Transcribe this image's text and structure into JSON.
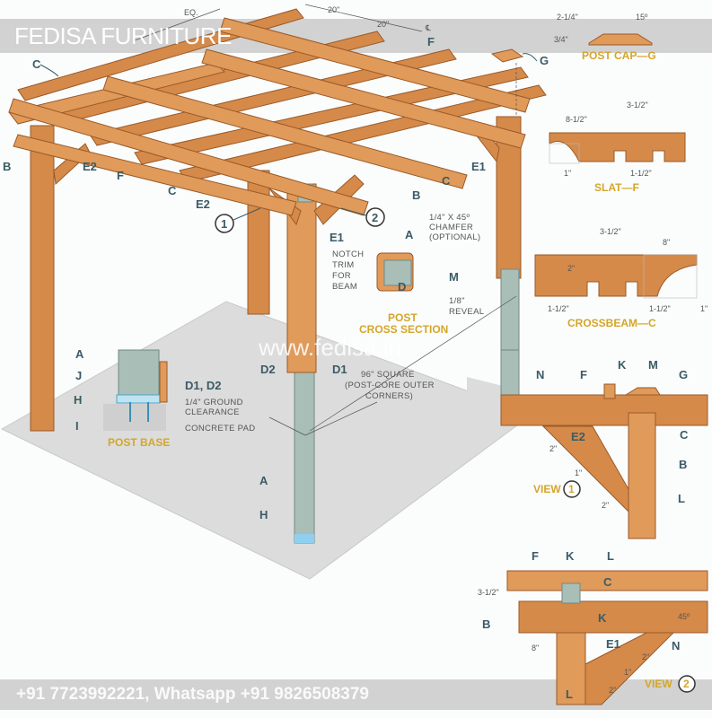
{
  "banner": {
    "title": "FEDISA FURNITURE"
  },
  "footer": {
    "contact": "+91 7723992221, Whatsapp +91 9826508379"
  },
  "watermark": "www.fedisa.in",
  "main": {
    "dims": {
      "eq": "EQ.",
      "d20a": "20\"",
      "d20b": "20\"",
      "cl": "℄"
    },
    "labels": {
      "c1": "C",
      "c2": "C",
      "c3": "C",
      "f1": "F",
      "f2": "F",
      "g": "G",
      "b1": "B",
      "b2": "B",
      "e2a": "E2",
      "e2b": "E2",
      "e1a": "E1",
      "e1b": "E1",
      "d2": "D2",
      "d1": "D1",
      "a": "A",
      "h": "H",
      "callout1": "1",
      "callout2": "2"
    },
    "notch_note": [
      "NOTCH",
      "TRIM",
      "FOR",
      "BEAM"
    ],
    "square_note": [
      "96\" SQUARE",
      "(POST-CORE OUTER",
      "CORNERS)"
    ]
  },
  "post_cap": {
    "title": "POST CAP—G",
    "dim_width": "2-1/4\"",
    "dim_height": "3/4\"",
    "angle": "15º"
  },
  "slat": {
    "title": "SLAT—F",
    "dim_end": "8-1/2\"",
    "dim_notch": "3-1/2\"",
    "dim_1": "1\"",
    "dim_notch_w": "1-1/2\""
  },
  "crossbeam": {
    "title": "CROSSBEAM—C",
    "dim_notch": "3-1/2\"",
    "dim_end": "8\"",
    "dim_depth": "2\"",
    "dim_a": "1-1/2\"",
    "dim_b": "1-1/2\"",
    "dim_1": "1\""
  },
  "post_section": {
    "title1": "POST",
    "title2": "CROSS SECTION",
    "chamfer": [
      "1/4\" X 45º",
      "CHAMFER",
      "(OPTIONAL)"
    ],
    "a": "A",
    "d": "D",
    "m": "M",
    "reveal": [
      "1/8\"",
      "REVEAL"
    ]
  },
  "post_base": {
    "title": "POST BASE",
    "a": "A",
    "j": "J",
    "h": "H",
    "i": "I",
    "d1d2": "D1, D2",
    "clearance": [
      "1/4\" GROUND",
      "CLEARANCE"
    ],
    "pad": "CONCRETE PAD"
  },
  "view1": {
    "title": "VIEW",
    "num": "1",
    "n": "N",
    "f": "F",
    "k": "K",
    "m": "M",
    "g": "G",
    "c": "C",
    "b": "B",
    "l": "L",
    "e2": "E2",
    "d2a": "2\"",
    "d1": "1\"",
    "d2b": "2\""
  },
  "view2": {
    "title": "VIEW",
    "num": "2",
    "f": "F",
    "k1": "K",
    "l1": "L",
    "c": "C",
    "b": "B",
    "k2": "K",
    "n": "N",
    "e1": "E1",
    "l2": "L",
    "d35": "3-1/2\"",
    "d8": "8\"",
    "a45": "45º",
    "d2a": "2\"",
    "d1": "1\"",
    "d2b": "2\""
  },
  "colors": {
    "wood": "#d58a4a",
    "core": "#a9beb6",
    "label": "#3b5b66",
    "title": "#d4a62a",
    "pad": "#dcdcdc"
  }
}
